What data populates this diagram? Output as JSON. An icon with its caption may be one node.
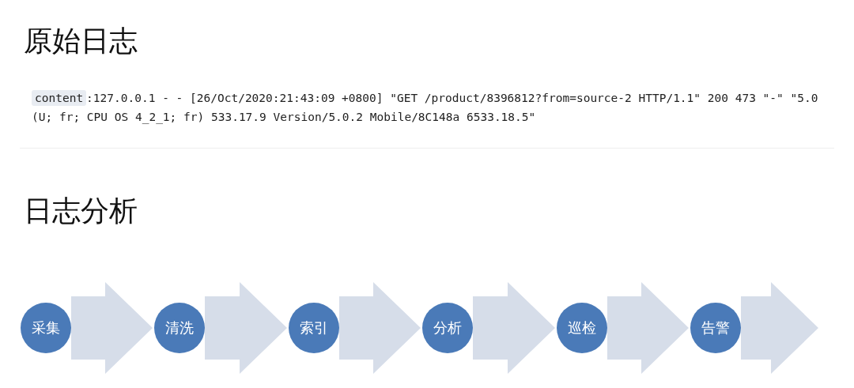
{
  "diagram": {
    "nodes": [
      {
        "text": [
          "采集"
        ]
      },
      {
        "text": [
          "清洗"
        ]
      },
      {
        "text": [
          "索引"
        ]
      },
      {
        "text": [
          "分析"
        ]
      },
      {
        "text": [
          "巡检"
        ]
      },
      {
        "text": [
          "告警"
        ]
      }
    ],
    "edges": [
      {
        "from": 0,
        "to": 1,
        "arrow": "to"
      },
      {
        "from": 1,
        "to": 2,
        "arrow": "to"
      },
      {
        "from": 2,
        "to": 3,
        "arrow": "to"
      },
      {
        "from": 3,
        "to": 4,
        "arrow": "to"
      },
      {
        "from": 4,
        "to": 5,
        "arrow": "to"
      },
      {
        "from": 5,
        "to": null,
        "arrow": "to"
      }
    ],
    "labels": [
      "原始日志",
      "content",
      ":127.0.0.1 - - [26/Oct/2020:21:43:09 +0800] \"GET /product/8396812?from=source-2 HTTP/1.1\" 200 473 \"-\" \"5.0 (U; fr; CPU OS 4_2_1; fr) 533.17.9 Version/5.0.2 Mobile/8C148a 6533.18.5\"",
      "日志分析"
    ]
  }
}
